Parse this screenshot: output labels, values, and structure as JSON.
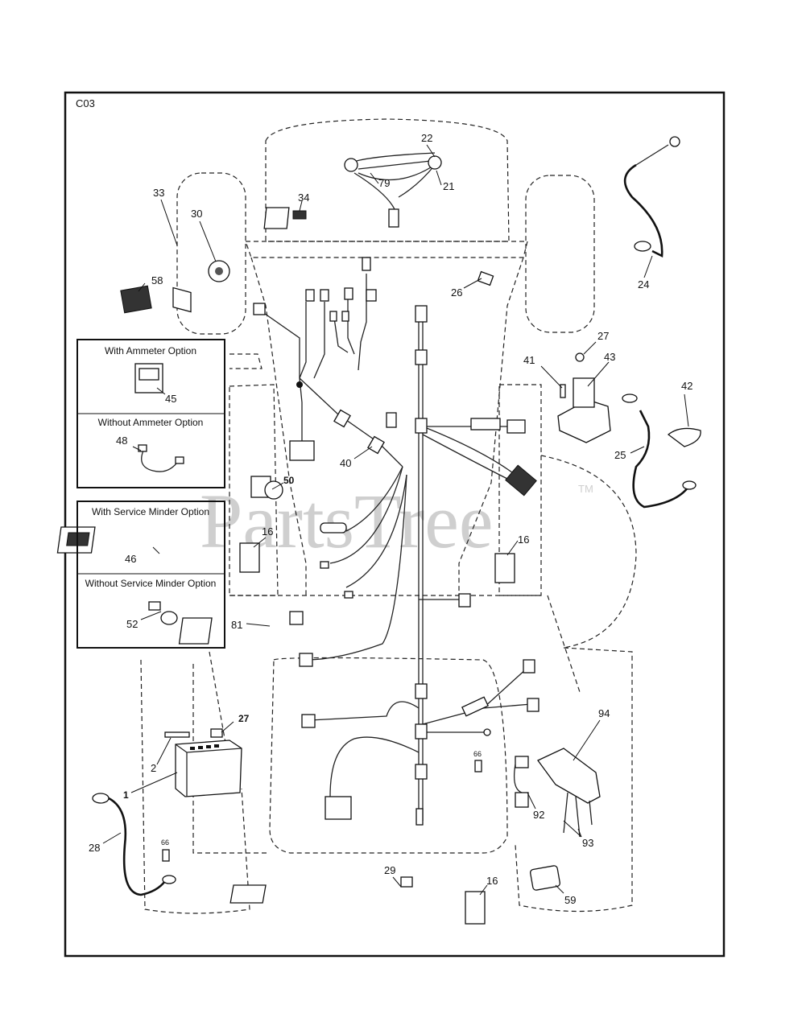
{
  "diagram_code": "C03",
  "watermark": "PartsTree",
  "watermark_tm": "TM",
  "option_boxes": {
    "ammeter_with": "With Ammeter Option",
    "ammeter_without": "Without Ammeter Option",
    "minder_with": "With Service Minder Option",
    "minder_without": "Without Service Minder Option"
  },
  "callouts": {
    "c1": "1",
    "c2": "2",
    "c16a": "16",
    "c16b": "16",
    "c16c": "16",
    "c21": "21",
    "c22": "22",
    "c24": "24",
    "c25": "25",
    "c26": "26",
    "c27a": "27",
    "c27b": "27",
    "c28": "28",
    "c29": "29",
    "c30": "30",
    "c33": "33",
    "c34": "34",
    "c40": "40",
    "c41": "41",
    "c42": "42",
    "c43": "43",
    "c45": "45",
    "c46": "46",
    "c48": "48",
    "c50": "50",
    "c52": "52",
    "c58": "58",
    "c59": "59",
    "c66a": "66",
    "c66b": "66",
    "c79": "79",
    "c81": "81",
    "c92": "92",
    "c93": "93",
    "c94": "94"
  }
}
